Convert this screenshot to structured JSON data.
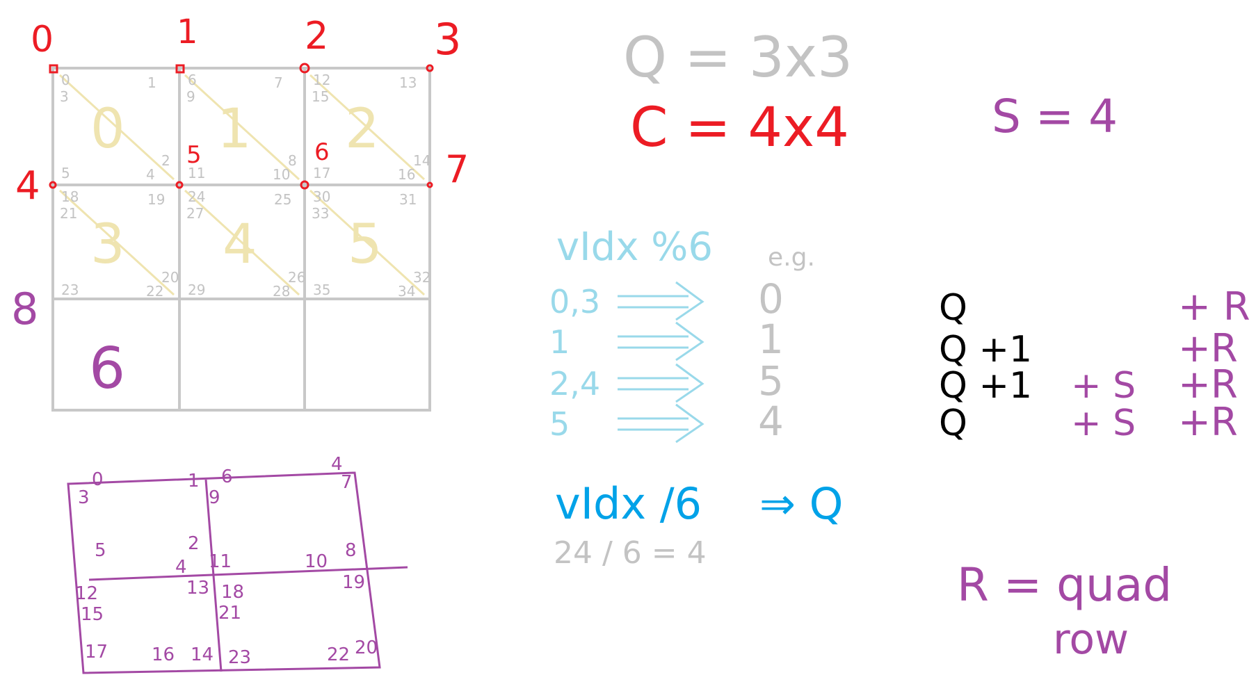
{
  "colors": {
    "grid": "#c8c8c8",
    "red": "#ec1c24",
    "purple": "#a349a4",
    "gray": "#c3c3c3",
    "cream": "#efe4b0",
    "lightblue": "#99d9ea",
    "blue": "#00a2e8",
    "black": "#000000"
  },
  "corner_labels": [
    "0",
    "1",
    "2",
    "3",
    "4",
    "5",
    "6",
    "7"
  ],
  "side_label_left": "8",
  "bottom_left_cell": "6",
  "quad_numbers": [
    "0",
    "1",
    "2",
    "3",
    "4",
    "5"
  ],
  "cell_vertex_labels": [
    [
      "0",
      "1",
      "3",
      "5",
      "4",
      "2"
    ],
    [
      "6",
      "7",
      "9",
      "11",
      "10",
      "8"
    ],
    [
      "12",
      "13",
      "15",
      "17",
      "16",
      "14"
    ],
    [
      "18",
      "19",
      "21",
      "23",
      "22",
      "20"
    ],
    [
      "24",
      "25",
      "27",
      "29",
      "28",
      "26"
    ],
    [
      "30",
      "31",
      "33",
      "35",
      "34",
      "32"
    ]
  ],
  "equations": {
    "q": "Q = 3x3",
    "c": "C = 4x4",
    "s": "S = 4",
    "vidx_mod": "vIdx %6",
    "eg": "e.g.",
    "vidx_div": "vIdx /6",
    "arrow_result": "⇒ Q",
    "div_example": "24 / 6 = 4",
    "r_def_1": "R = quad",
    "r_def_2": "row"
  },
  "mod_map": [
    {
      "input": "0,3",
      "output": "0"
    },
    {
      "input": "1",
      "output": "1"
    },
    {
      "input": "2,4",
      "output": "5"
    },
    {
      "input": "5",
      "output": "4"
    }
  ],
  "q_formula": [
    {
      "black": "Q",
      "purple_s": "",
      "purple_r": "+ R"
    },
    {
      "black": "Q +1",
      "purple_s": "",
      "purple_r": "+R"
    },
    {
      "black": "Q +1",
      "purple_s": "+ S",
      "purple_r": "+R"
    },
    {
      "black": "Q",
      "purple_s": "+ S",
      "purple_r": "+R"
    }
  ],
  "bottom_sketch_labels": [
    "0",
    "1",
    "6",
    "4",
    "3",
    "9",
    "7",
    "5",
    "2",
    "4",
    "11",
    "10",
    "8",
    "12",
    "15",
    "13",
    "18",
    "21",
    "19",
    "17",
    "16",
    "14",
    "23",
    "22",
    "20"
  ]
}
